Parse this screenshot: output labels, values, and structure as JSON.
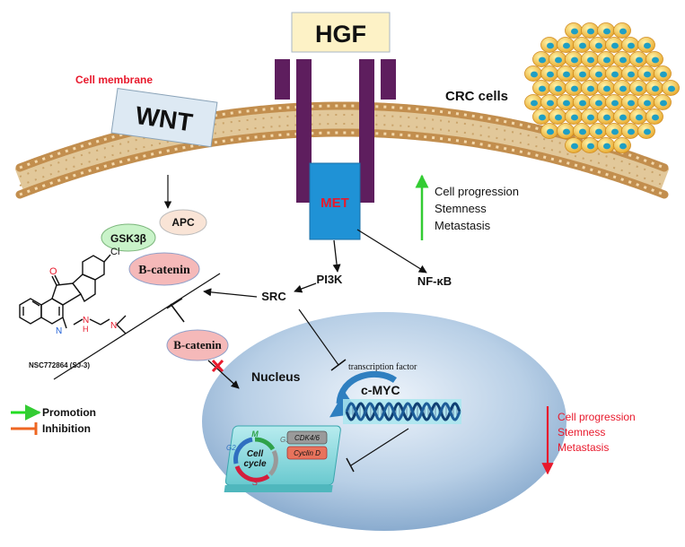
{
  "labels": {
    "hgf": "HGF",
    "wnt": "WNT",
    "cell_membrane": "Cell membrane",
    "crc_cells": "CRC cells",
    "met": "MET",
    "apc": "APC",
    "gsk3b": "GSK3β",
    "b_catenin_1": "B-catenin",
    "b_catenin_2": "B-catenin",
    "pi3k": "PI3K",
    "src": "SRC",
    "nfkb": "NF-κB",
    "nucleus": "Nucleus",
    "transcription_factor": "transcription factor",
    "cmyc": "c-MYC",
    "drug_name": "NSC772864 (SJ-3)",
    "drug_cl": "Cl",
    "drug_o": "O",
    "drug_n1": "N",
    "drug_nh": "H",
    "drug_n2": "N",
    "drug_n3": "N",
    "cdk46": "CDK4/6",
    "cyclin_d": "Cyclin D",
    "cell_cycle_1": "Cell",
    "cell_cycle_2": "cycle",
    "phase_m": "M",
    "phase_g1": "G1",
    "phase_g2": "G2",
    "phase_s": "S"
  },
  "effects_up": [
    "Cell progression",
    "Stemness",
    "Metastasis"
  ],
  "effects_down": [
    "Cell progression",
    "Stemness",
    "Metastasis"
  ],
  "legend": {
    "promotion": "Promotion",
    "inhibition": "Inhibition"
  },
  "colors": {
    "red_text": "#e8192c",
    "up_arrow": "#33cc33",
    "promotion": "#22dd22",
    "inhibition": "#ee6622",
    "met_box": "#1f92d6",
    "receptor": "#5e1e5e",
    "hgf_box": "#fdf2c6",
    "wnt_box": "#dde9f3"
  }
}
